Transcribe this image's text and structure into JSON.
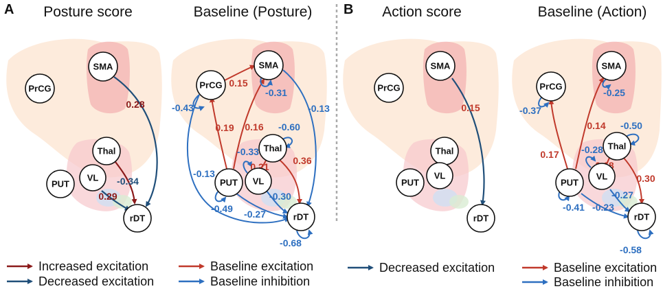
{
  "panel_letters": {
    "a": "A",
    "b": "B"
  },
  "panels": {
    "p1": {
      "title": "Posture score"
    },
    "p2": {
      "title": "Baseline (Posture)"
    },
    "p3": {
      "title": "Action score"
    },
    "p4": {
      "title": "Baseline (Action)"
    }
  },
  "nodes": {
    "sma": "SMA",
    "prcg": "PrCG",
    "thal": "Thal",
    "put": "PUT",
    "vl": "VL",
    "rdt": "rDT"
  },
  "weights": {
    "p1": {
      "sma_rdt": "0.28",
      "thal_rdt": "0.29",
      "vl_rdt": "-0.34"
    },
    "p2": {
      "prcg_sma": "0.15",
      "prcg_self": "-0.43",
      "sma_self": "-0.31",
      "sma_rdt": "-0.13",
      "put_prcg": "0.19",
      "put_sma": "0.16",
      "thal_self": "-0.60",
      "vl_self": "-0.33",
      "thal_vl": "0.21",
      "thal_rdt": "0.36",
      "put_rdt_far": "-0.13",
      "put_self": "-0.49",
      "vl_rdt": "-0.30",
      "put_rdt": "-0.27",
      "rdt_self": "-0.68"
    },
    "p3": {
      "sma_rdt": "0.15"
    },
    "p4": {
      "prcg_self": "-0.37",
      "sma_self": "-0.25",
      "put_sma": "0.14",
      "thal_self": "-0.50",
      "put_prcg": "0.17",
      "vl_self": "-0.28",
      "thal_vl": "0.18",
      "thal_rdt": "0.30",
      "vl_rdt": "-0.27",
      "put_self": "-0.41",
      "put_rdt": "-0.23",
      "rdt_self": "-0.58"
    }
  },
  "legend": {
    "increased": "Increased excitation",
    "decreased": "Decreased excitation",
    "decreased_b": "Decreased excitation",
    "baseline_excitation": "Baseline excitation",
    "baseline_inhibition": "Baseline inhibition",
    "baseline_excitation_b": "Baseline excitation",
    "baseline_inhibition_b": "Baseline inhibition"
  },
  "colors": {
    "increased": "#8b1a1a",
    "decreased": "#1f4e79",
    "baseline_excitation": "#c0392b",
    "baseline_inhibition": "#2d6fc0",
    "cortex": "#fde7d6",
    "sma_region": "#f3b3b3"
  }
}
